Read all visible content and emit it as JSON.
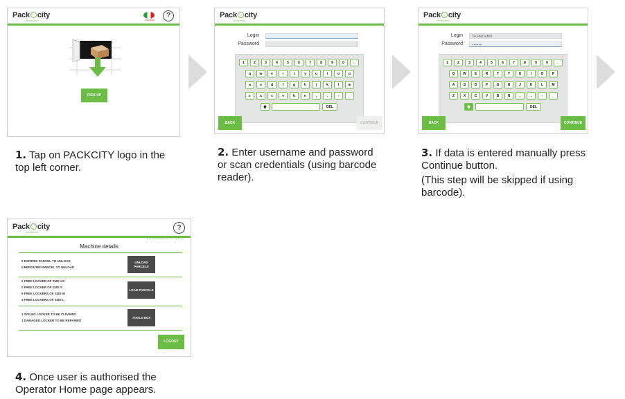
{
  "brand": {
    "logo_left": "Pack",
    "logo_right": "city",
    "tagline": "BY ABCPOST"
  },
  "screen1": {
    "pickup_label": "PICK UP",
    "flag_label": "ITALIANO"
  },
  "screen2": {
    "login_label": "Login",
    "password_label": "Password",
    "login_value": "",
    "password_value": "",
    "back_label": "BACK",
    "continue_label": "CONTINUE"
  },
  "screen3": {
    "login_label": "Login",
    "password_label": "Password",
    "login_value": "TECHNICIAN01",
    "password_value": "••••••",
    "back_label": "BACK",
    "continue_label": "CONTINUE"
  },
  "keyboard": {
    "row1": [
      "1",
      "2",
      "3",
      "4",
      "5",
      "6",
      "7",
      "8",
      "9",
      "0",
      "←"
    ],
    "row2_lower": [
      "q",
      "w",
      "e",
      "r",
      "t",
      "y",
      "u",
      "i",
      "o",
      "p"
    ],
    "row3_lower": [
      "a",
      "s",
      "d",
      "f",
      "g",
      "h",
      "j",
      "k",
      "l",
      "m"
    ],
    "row4_lower": [
      "z",
      "x",
      "c",
      "v",
      "b",
      "n",
      ",",
      ".",
      "-",
      "_"
    ],
    "row2_upper": [
      "Q",
      "W",
      "E",
      "R",
      "T",
      "Y",
      "U",
      "I",
      "O",
      "P"
    ],
    "row3_upper": [
      "A",
      "S",
      "D",
      "F",
      "G",
      "H",
      "J",
      "K",
      "L",
      "M"
    ],
    "row4_upper": [
      "Z",
      "X",
      "C",
      "V",
      "B",
      "N",
      ",",
      ".",
      "-",
      "_"
    ],
    "shift_label": "🡅",
    "del_label": "DEL"
  },
  "screen4": {
    "title": "Machine details",
    "status": "4 / 13:33   Package Service   13:35:15",
    "section1": [
      "0 EXPIRED PARCEL TO UNLOAD",
      "0 REROUTED PARCEL TO UNLOAD"
    ],
    "unload_button": "UNLOAD PARCELS",
    "section2": [
      "0 FREE LOCKER OF SIZE XS",
      "0 FREE LOCKER OF SIZE S",
      "6 FREE LOCKERS OF SIZE M",
      "4 FREE LOCKERS OF SIZE L"
    ],
    "load_button": "LOAD PARCELS",
    "section3": [
      "1 SOILED LOCKER TO BE CLEANED",
      "1 DAMAGED LOCKER TO BE REPAIRED"
    ],
    "tools_button": "TOOLS BOX",
    "logout_button": "LOGOUT"
  },
  "captions": {
    "step1_num": "1.",
    "step1_text": "Tap on PACKCITY logo in the top left corner.",
    "step2_num": "2.",
    "step2_text": "Enter username and password or scan credentials (using barcode reader).",
    "step3_num": "3.",
    "step3_text": "If data is entered manually press Continue button.",
    "step3_note": "(This step will be skipped if using barcode).",
    "step4_num": "4.",
    "step4_text": "Once user is authorised the Operator Home page appears."
  },
  "colors": {
    "accent": "#6cbd45",
    "dark_button": "#4a4a4a",
    "arrow": "#dcdcdc"
  }
}
